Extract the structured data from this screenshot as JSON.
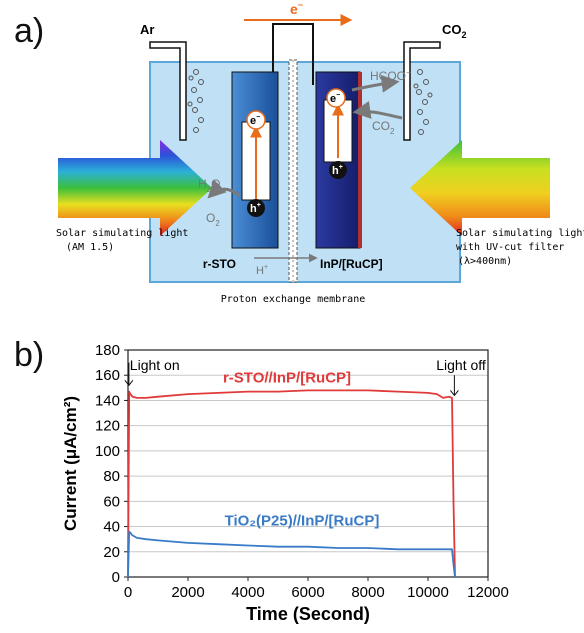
{
  "panel_a": {
    "letter": "a)",
    "gas_left": "Ar",
    "gas_right_main": "CO",
    "gas_right_sub": "2",
    "electron_top": "e",
    "electron_sup": "−",
    "left_electrode": "r-STO",
    "right_electrode": "InP/[RuCP]",
    "left_e_main": "e",
    "left_e_sup": "−",
    "left_h_main": "h",
    "left_h_sup": "+",
    "right_e_main": "e",
    "right_e_sup": "−",
    "right_h_main": "h",
    "right_h_sup": "+",
    "water_main": "H",
    "water_sub": "2",
    "water_end": "O",
    "oxygen_main": "O",
    "oxygen_sub": "2",
    "formate": "HCOO",
    "formate_sup": "−",
    "co2_main": "CO",
    "co2_sub": "2",
    "proton_main": "H",
    "proton_sup": "+",
    "left_light_line1": "Solar simulating light",
    "left_light_line2": "(AM 1.5)",
    "right_light_line1": "Solar simulating light",
    "right_light_line2": "with UV-cut filter",
    "right_light_line3": "(λ>400nm)",
    "membrane": "Proton exchange membrane",
    "colors": {
      "water": "#bfe0f5",
      "cell_border": "#5aa7d8",
      "electrode_left": "#1f5faa",
      "electrode_right": "#1a2580",
      "arrow_orange": "#e86c1a"
    }
  },
  "panel_b": {
    "letter": "b)",
    "annotation_on": "Light on",
    "annotation_off": "Light off"
  },
  "chart_data": {
    "type": "line",
    "xlabel": "Time (Second)",
    "ylabel": "Current (μA/cm²)",
    "xlim": [
      0,
      12000
    ],
    "ylim": [
      0,
      180
    ],
    "xticks": [
      "0",
      "2000",
      "4000",
      "6000",
      "8000",
      "10000",
      "12000"
    ],
    "yticks": [
      "0",
      "20",
      "40",
      "60",
      "80",
      "100",
      "120",
      "140",
      "160",
      "180"
    ],
    "grid": "horizontal",
    "series": [
      {
        "name": "r-STO//InP/[RuCP]",
        "color": "#e03a3a",
        "x": [
          0,
          40,
          80,
          150,
          300,
          600,
          1000,
          2000,
          3000,
          4000,
          5000,
          6000,
          7000,
          8000,
          9000,
          10000,
          10300,
          10500,
          10700,
          10800,
          10850,
          10900
        ],
        "y": [
          0,
          147,
          145,
          143,
          142,
          142,
          143,
          145,
          146,
          147,
          147,
          148,
          148,
          148,
          147,
          146,
          145,
          142,
          143,
          142,
          60,
          0
        ]
      },
      {
        "name": "TiO₂(P25)//InP/[RuCP]",
        "color": "#3a7bc8",
        "x": [
          0,
          40,
          80,
          150,
          300,
          600,
          1000,
          2000,
          3000,
          4000,
          5000,
          6000,
          7000,
          8000,
          9000,
          10000,
          10800,
          10850,
          10900
        ],
        "y": [
          0,
          36,
          35,
          33,
          31,
          30,
          29,
          27,
          26,
          25,
          24,
          24,
          23,
          23,
          22,
          22,
          22,
          10,
          0
        ]
      }
    ]
  }
}
